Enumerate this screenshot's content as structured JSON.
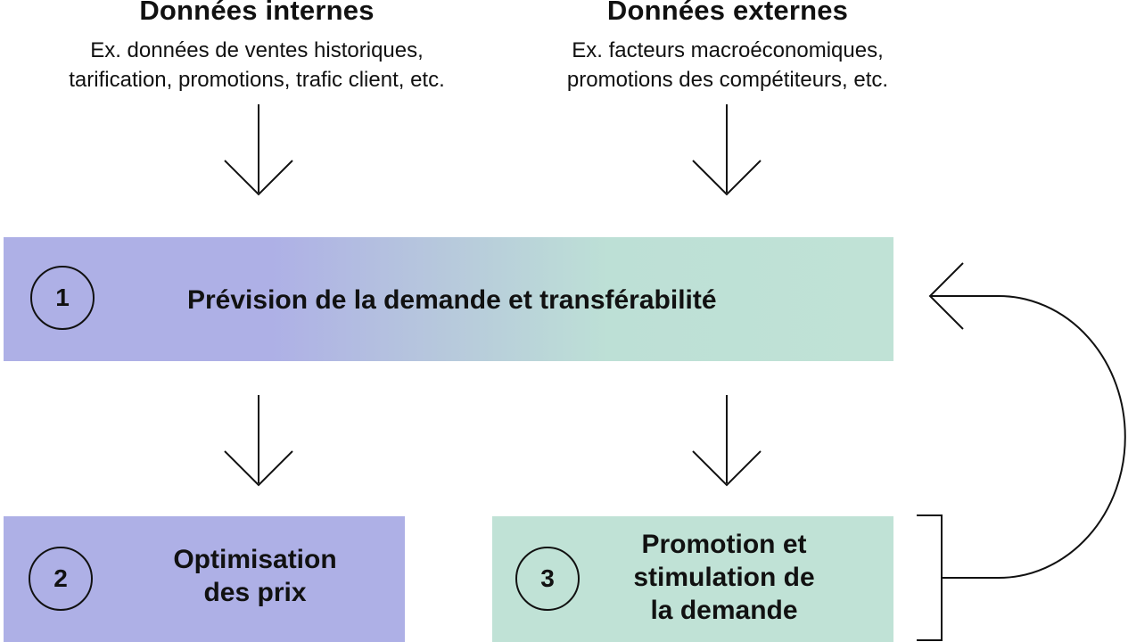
{
  "sources": {
    "internal": {
      "title": "Données internes",
      "line1": "Ex. données de ventes historiques,",
      "line2": "tarification, promotions, trafic client, etc."
    },
    "external": {
      "title": "Données externes",
      "line1": "Ex. facteurs macroéconomiques,",
      "line2": "promotions des compétiteurs, etc."
    }
  },
  "steps": [
    {
      "number": "1",
      "lines": [
        "Prévision de la demande et transférabilité"
      ]
    },
    {
      "number": "2",
      "lines": [
        "Optimisation",
        "des prix"
      ]
    },
    {
      "number": "3",
      "lines": [
        "Promotion et",
        "stimulation de",
        "la demande"
      ]
    }
  ],
  "colors": {
    "purple": "#aeb0e6",
    "mint": "#c0e2d6",
    "ink": "#111111"
  }
}
